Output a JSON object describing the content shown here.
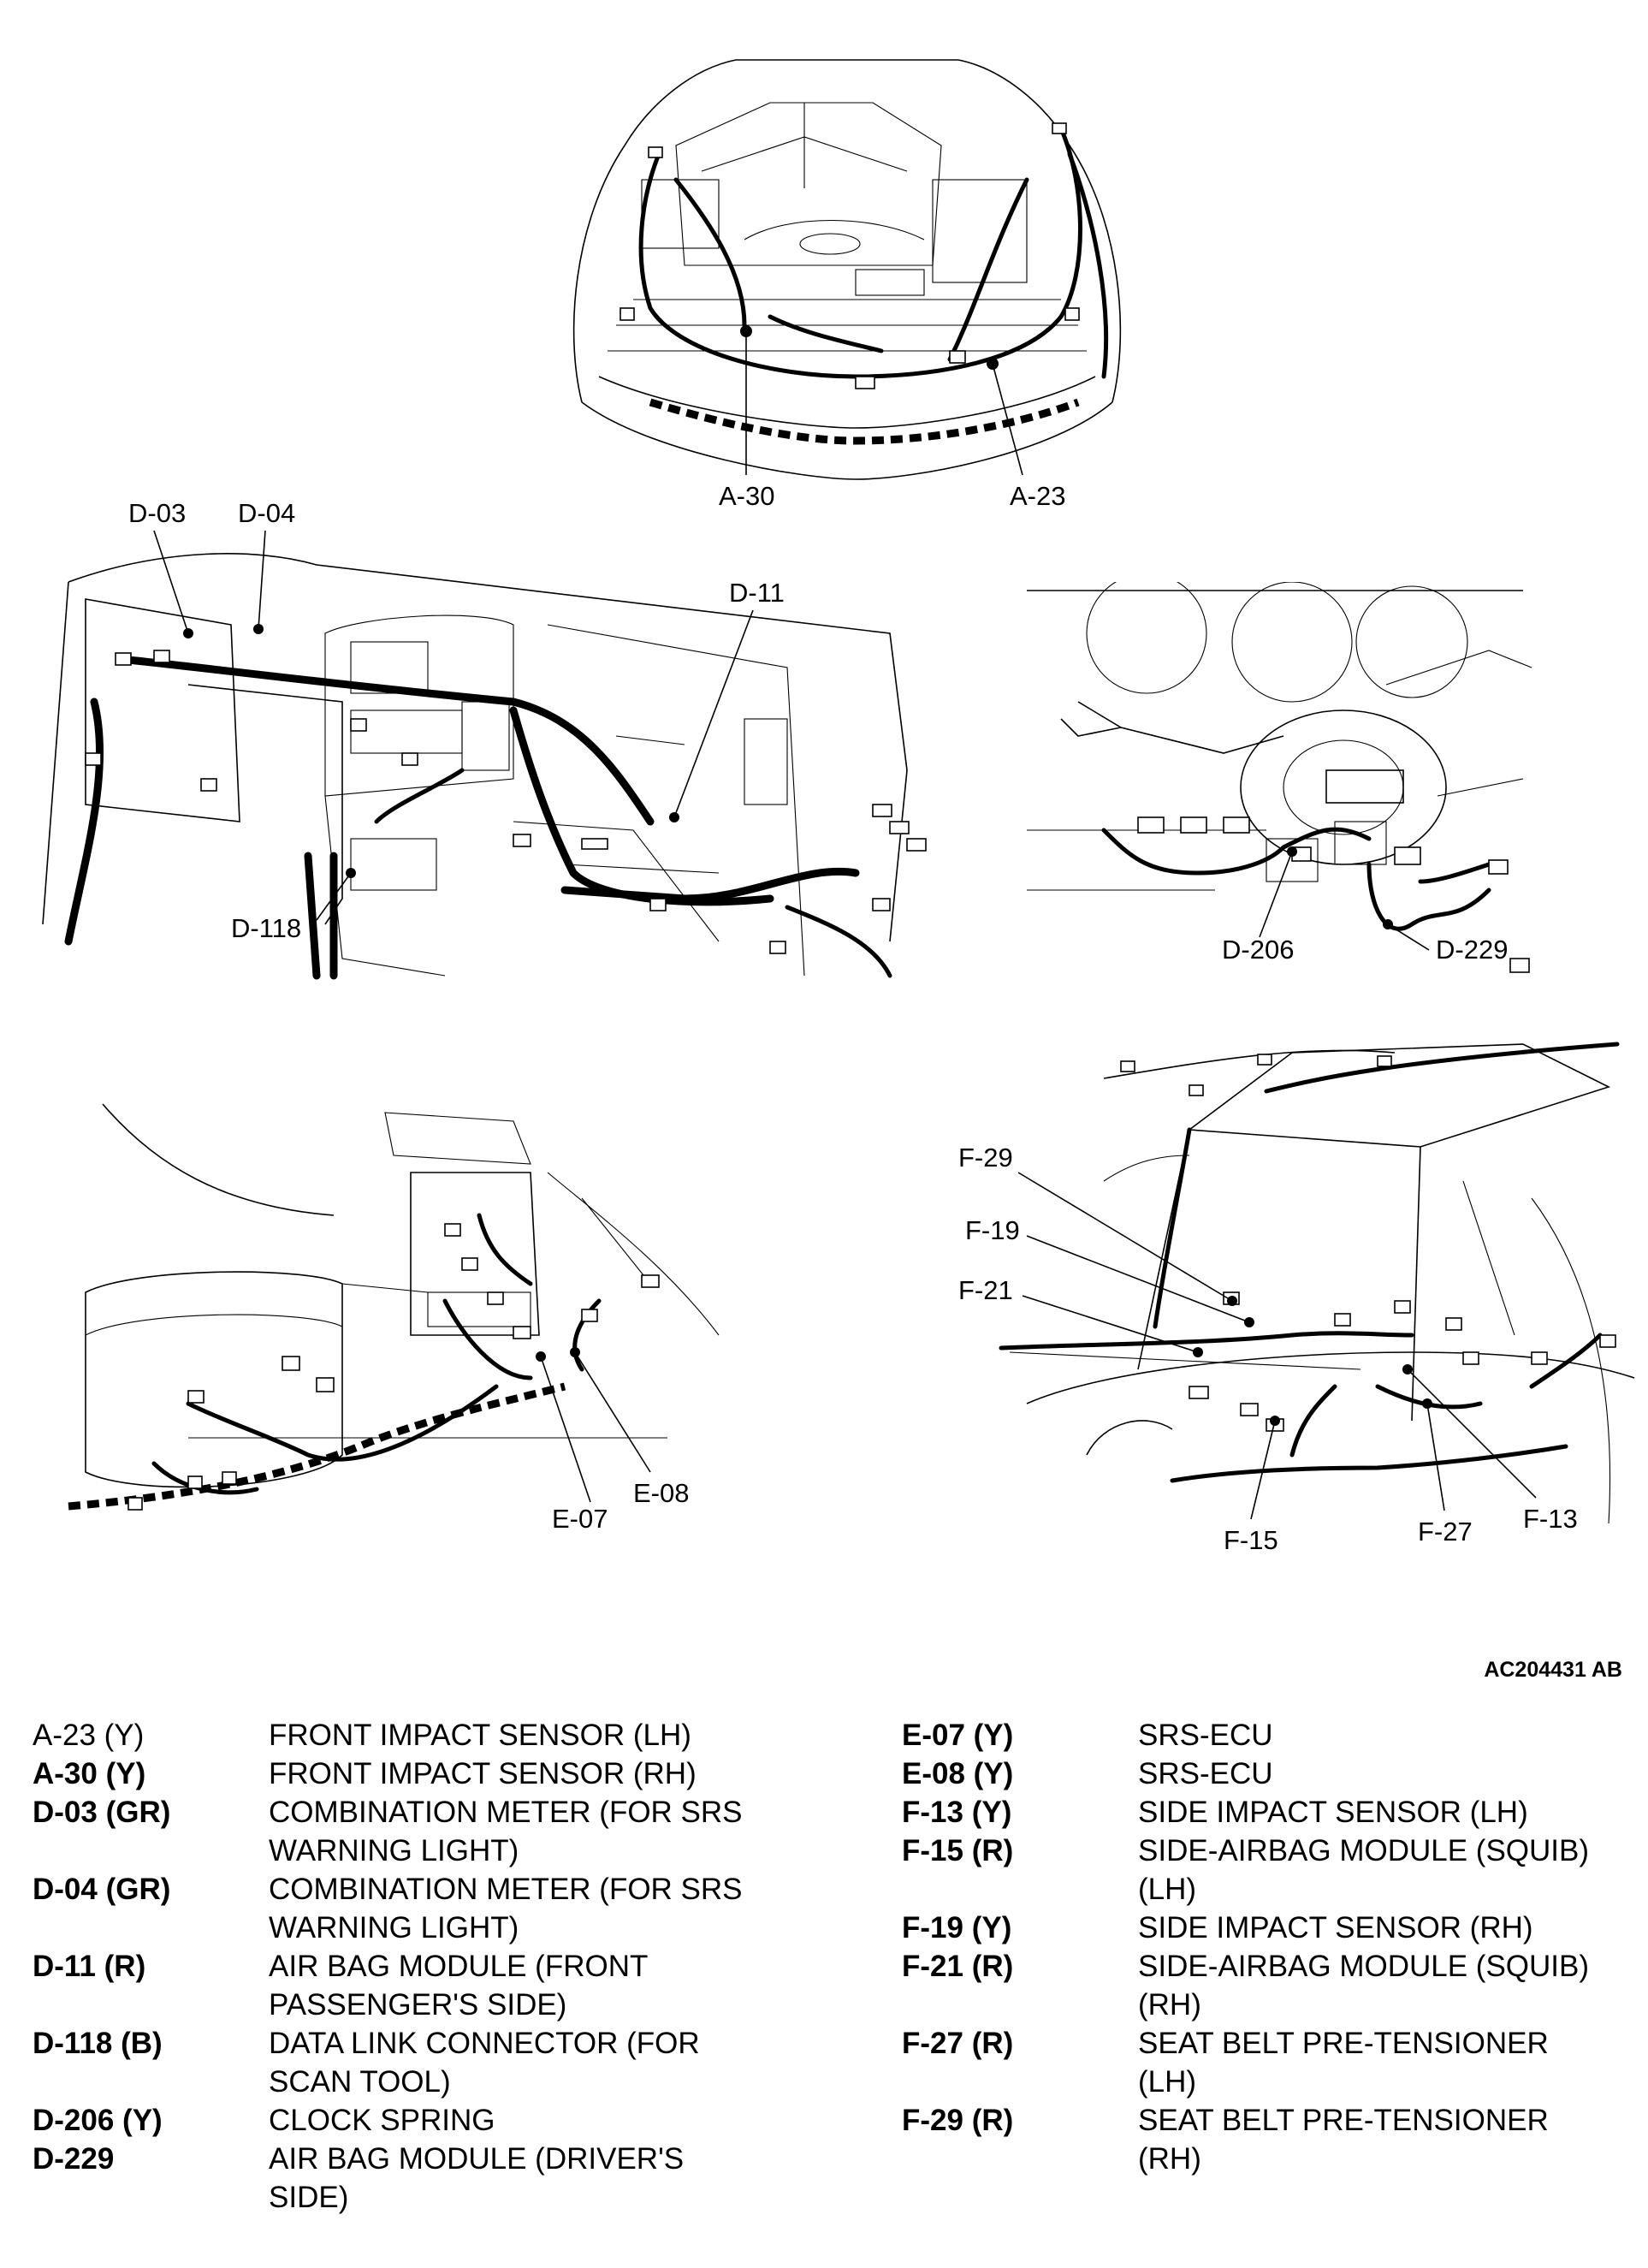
{
  "reference_code": "AC204431 AB",
  "callouts": {
    "a30": "A-30",
    "a23": "A-23",
    "d03": "D-03",
    "d04": "D-04",
    "d11": "D-11",
    "d118": "D-118",
    "d206": "D-206",
    "d229": "D-229",
    "e07": "E-07",
    "e08": "E-08",
    "f29": "F-29",
    "f19": "F-19",
    "f21": "F-21",
    "f15": "F-15",
    "f27": "F-27",
    "f13": "F-13"
  },
  "legend_left": [
    {
      "code": "A-23 (Y)",
      "desc": [
        "FRONT IMPACT SENSOR (LH)"
      ],
      "bold": false
    },
    {
      "code": "A-30 (Y)",
      "desc": [
        "FRONT IMPACT SENSOR (RH)"
      ],
      "bold": true
    },
    {
      "code": "D-03 (GR)",
      "desc": [
        "COMBINATION METER (FOR SRS",
        "WARNING LIGHT)"
      ],
      "bold": true
    },
    {
      "code": "D-04 (GR)",
      "desc": [
        "COMBINATION METER (FOR SRS",
        "WARNING LIGHT)"
      ],
      "bold": true
    },
    {
      "code": "D-11 (R)",
      "desc": [
        "AIR BAG MODULE (FRONT",
        "PASSENGER'S SIDE)"
      ],
      "bold": true
    },
    {
      "code": "D-118 (B)",
      "desc": [
        "DATA LINK CONNECTOR (FOR",
        "SCAN TOOL)"
      ],
      "bold": true
    },
    {
      "code": "D-206 (Y)",
      "desc": [
        "CLOCK SPRING"
      ],
      "bold": true
    },
    {
      "code": "D-229",
      "desc": [
        "AIR BAG MODULE (DRIVER'S",
        "SIDE)"
      ],
      "bold": true
    }
  ],
  "legend_right": [
    {
      "code": "E-07 (Y)",
      "desc": [
        "SRS-ECU"
      ],
      "bold": true
    },
    {
      "code": "E-08 (Y)",
      "desc": [
        "SRS-ECU"
      ],
      "bold": true
    },
    {
      "code": "F-13 (Y)",
      "desc": [
        "SIDE IMPACT SENSOR (LH)"
      ],
      "bold": true
    },
    {
      "code": "F-15 (R)",
      "desc": [
        "SIDE-AIRBAG MODULE (SQUIB)",
        "(LH)"
      ],
      "bold": true
    },
    {
      "code": "F-19 (Y)",
      "desc": [
        "SIDE IMPACT SENSOR (RH)"
      ],
      "bold": true
    },
    {
      "code": "F-21 (R)",
      "desc": [
        "SIDE-AIRBAG MODULE (SQUIB)",
        "(RH)"
      ],
      "bold": true
    },
    {
      "code": "F-27 (R)",
      "desc": [
        "SEAT BELT PRE-TENSIONER",
        "(LH)"
      ],
      "bold": true
    },
    {
      "code": "F-29 (R)",
      "desc": [
        "SEAT BELT PRE-TENSIONER",
        "(RH)"
      ],
      "bold": true
    }
  ]
}
